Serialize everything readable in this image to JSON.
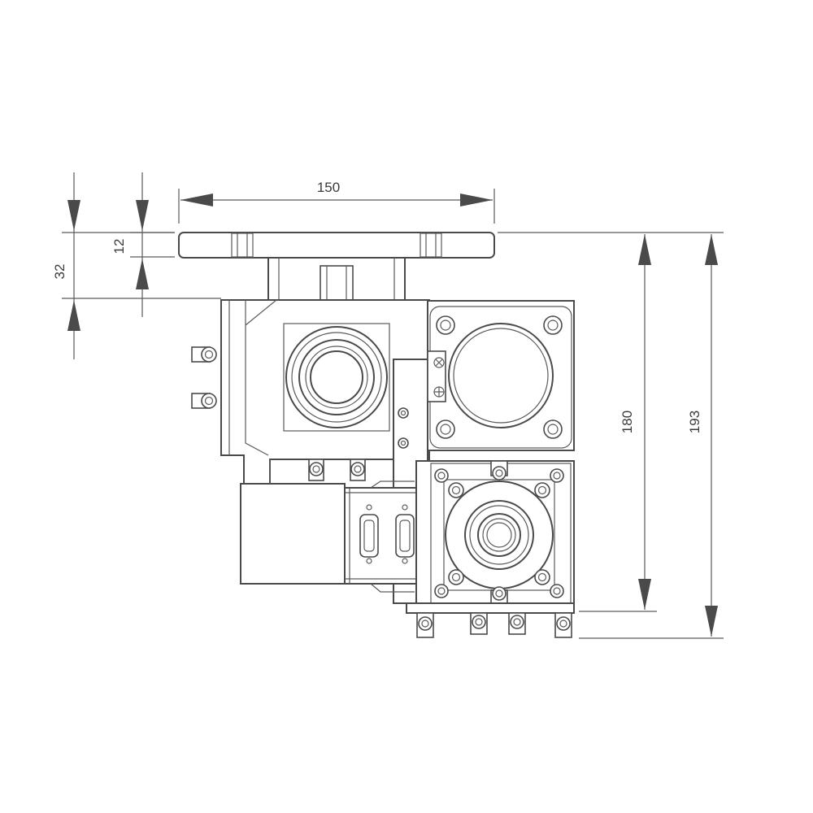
{
  "dimensions": {
    "width_top": "150",
    "plate_thickness": "12",
    "top_offset": "32",
    "height_inner": "180",
    "height_total": "193"
  },
  "colors": {
    "line": "#4a4a4a",
    "text": "#3a3a3a",
    "background": "#ffffff"
  }
}
